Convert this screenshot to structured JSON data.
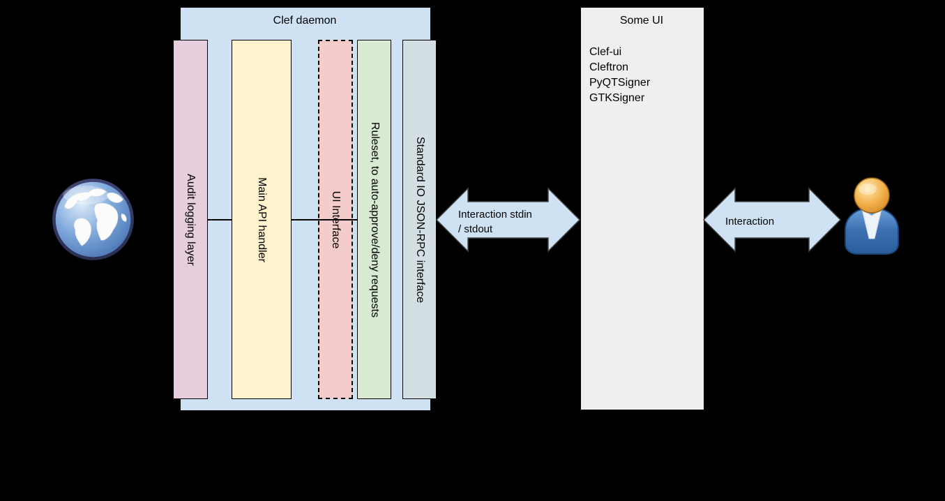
{
  "canvas": {
    "background": "#000000"
  },
  "clef_daemon": {
    "title": "Clef daemon",
    "box_fill": "#cfe2f3",
    "layers": [
      {
        "label": "Audit logging layer",
        "fill": "#e7cedc",
        "border_style": "solid"
      },
      {
        "label": "Main API handler",
        "fill": "#fff2cc",
        "border_style": "solid"
      },
      {
        "label": "UI Interface",
        "fill": "#f4cccc",
        "border_style": "dashed"
      },
      {
        "label": "Ruleset, to auto-approve/deny requests",
        "fill": "#d9ead3",
        "border_style": "solid"
      },
      {
        "label": "Standard IO JSON-RPC interface",
        "fill": "#d3dfe3",
        "border_style": "solid"
      }
    ]
  },
  "some_ui": {
    "title": "Some UI",
    "box_fill": "#efefef",
    "items": [
      "Clef-ui",
      "Cleftron",
      "PyQTSigner",
      "GTKSigner"
    ]
  },
  "arrows": {
    "fill": "#cfe2f3",
    "stroke": "#474747",
    "stdin_stdout": {
      "line1": "Interaction stdin",
      "line2": "/ stdout"
    },
    "interaction": {
      "label": "Interaction"
    }
  },
  "icons": {
    "globe": "globe-icon",
    "user": "user-icon",
    "globe_blue": "#4f81c2",
    "user_body_blue": "#2b5d9b",
    "user_head_orange": "#e8a33d"
  }
}
